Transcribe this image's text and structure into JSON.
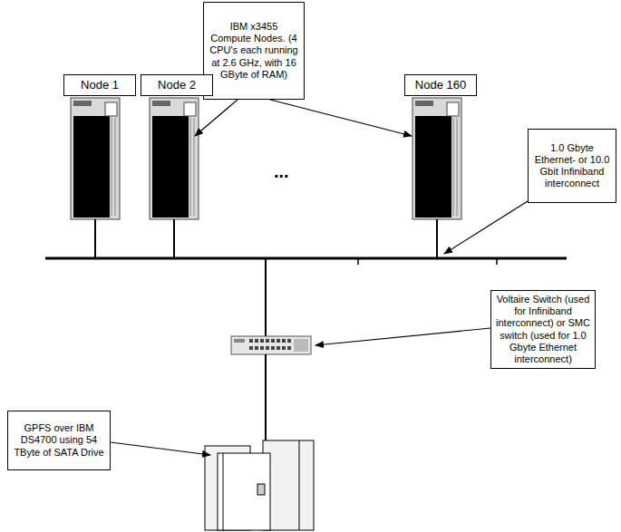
{
  "diagram": {
    "nodes": [
      {
        "text": [
          "IBM x3455 Compute Nodes. (4 CPU's each running at 2.6 GHz, with 16 GByte of RAM)"
        ]
      },
      {
        "text": [
          "Node 1"
        ]
      },
      {
        "text": [
          "Node 2"
        ]
      },
      {
        "text": [
          "Node 160"
        ]
      },
      {
        "text": [
          "1.0 Gbyte Ethernet- or 10.0 Gbit Infiniband interconnect"
        ]
      },
      {
        "text": [
          "Voltaire Switch (used for Infiniband interconnect) or SMC switch (used for 1.0 Gbyte Ethernet interconnect)"
        ]
      },
      {
        "text": [
          "GPFS over IBM DS4700 using 54 TByte of SATA Drive"
        ]
      }
    ],
    "labels": [
      "..."
    ]
  }
}
